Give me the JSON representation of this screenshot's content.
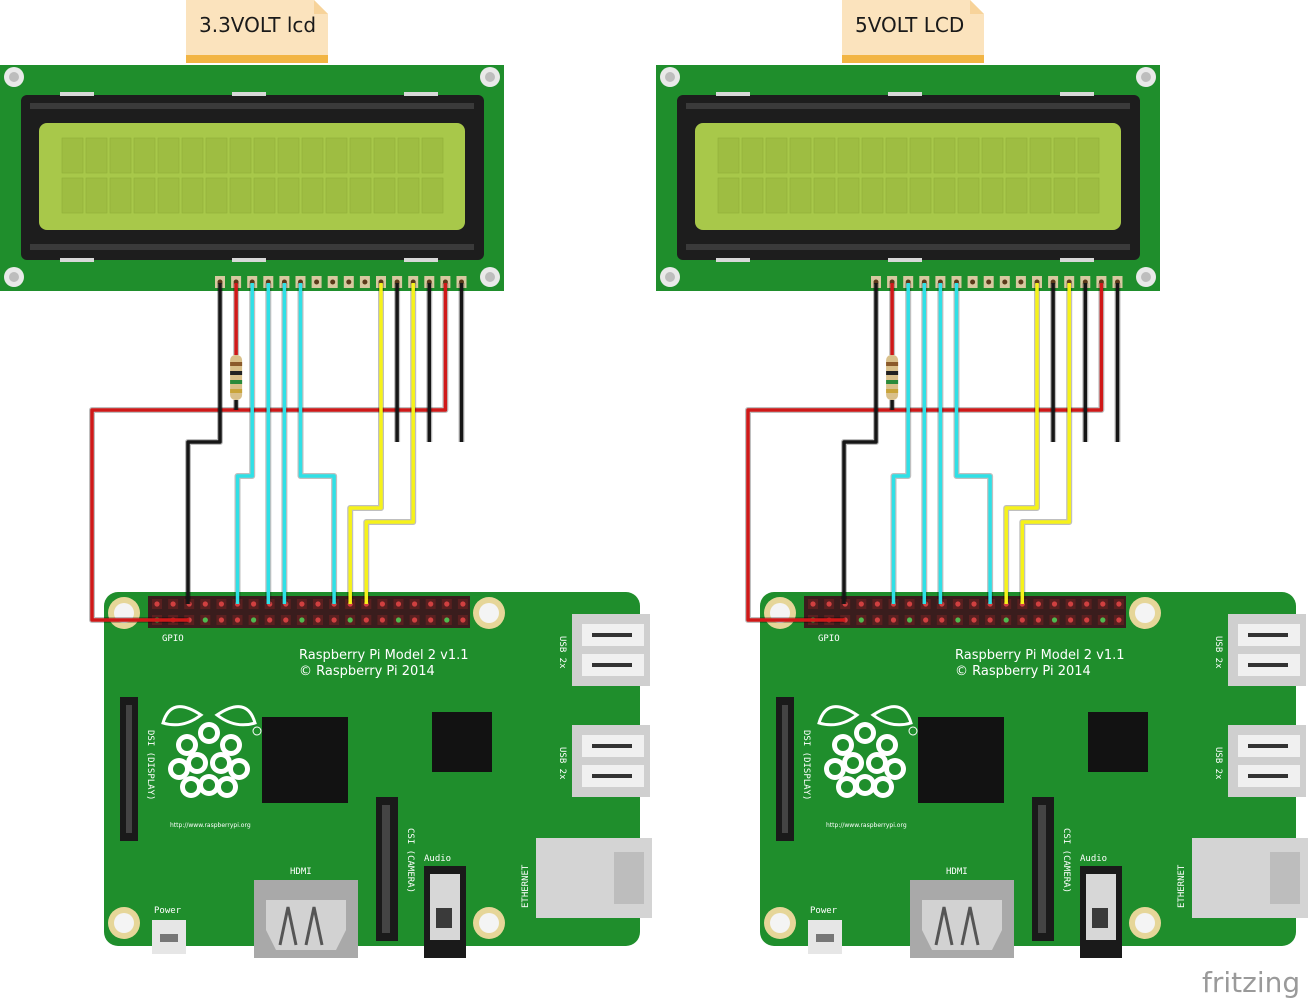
{
  "canvas": {
    "background": "#ffffff"
  },
  "assemblies": [
    {
      "id": "left",
      "note_label": "3.3VOLT lcd",
      "board": {
        "title_line1": "Raspberry Pi Model 2 v1.1",
        "title_line2": "© Raspberry Pi 2014",
        "gpio_label": "GPIO",
        "dsi_label": "DSI (DISPLAY)",
        "csi_label": "CSI (CAMERA)",
        "hdmi_label": "HDMI",
        "audio_label": "Audio",
        "power_label": "Power",
        "usb_label_1": "USB 2x",
        "usb_label_2": "USB 2x",
        "ethernet_label": "ETHERNET",
        "url": "http://www.raspberrypi.org"
      }
    },
    {
      "id": "right",
      "note_label": "5VOLT LCD",
      "board": {
        "title_line1": "Raspberry Pi Model 2 v1.1",
        "title_line2": "© Raspberry Pi 2014",
        "gpio_label": "GPIO",
        "dsi_label": "DSI (DISPLAY)",
        "csi_label": "CSI (CAMERA)",
        "hdmi_label": "HDMI",
        "audio_label": "Audio",
        "power_label": "Power",
        "usb_label_1": "USB 2x",
        "usb_label_2": "USB 2x",
        "ethernet_label": "ETHERNET",
        "url": "http://www.raspberrypi.org"
      }
    }
  ],
  "watermark": "fritzing",
  "colors": {
    "pcb_green": "#1f8e2c",
    "pcb_dark": "#166b22",
    "lcd_screen": "#a8c84a",
    "lcd_bezel": "#1d1d1d",
    "note_fill": "#fbe3bd",
    "note_edge": "#f2b544",
    "wire_red": "#d01818",
    "wire_black": "#161616",
    "wire_cyan": "#2fe0e6",
    "wire_yellow": "#f6f21a",
    "watermark": "#9a9a9a"
  },
  "icons": [
    "raspberry-logo-icon",
    "trademark-icon",
    "mounting-hole-icon"
  ]
}
